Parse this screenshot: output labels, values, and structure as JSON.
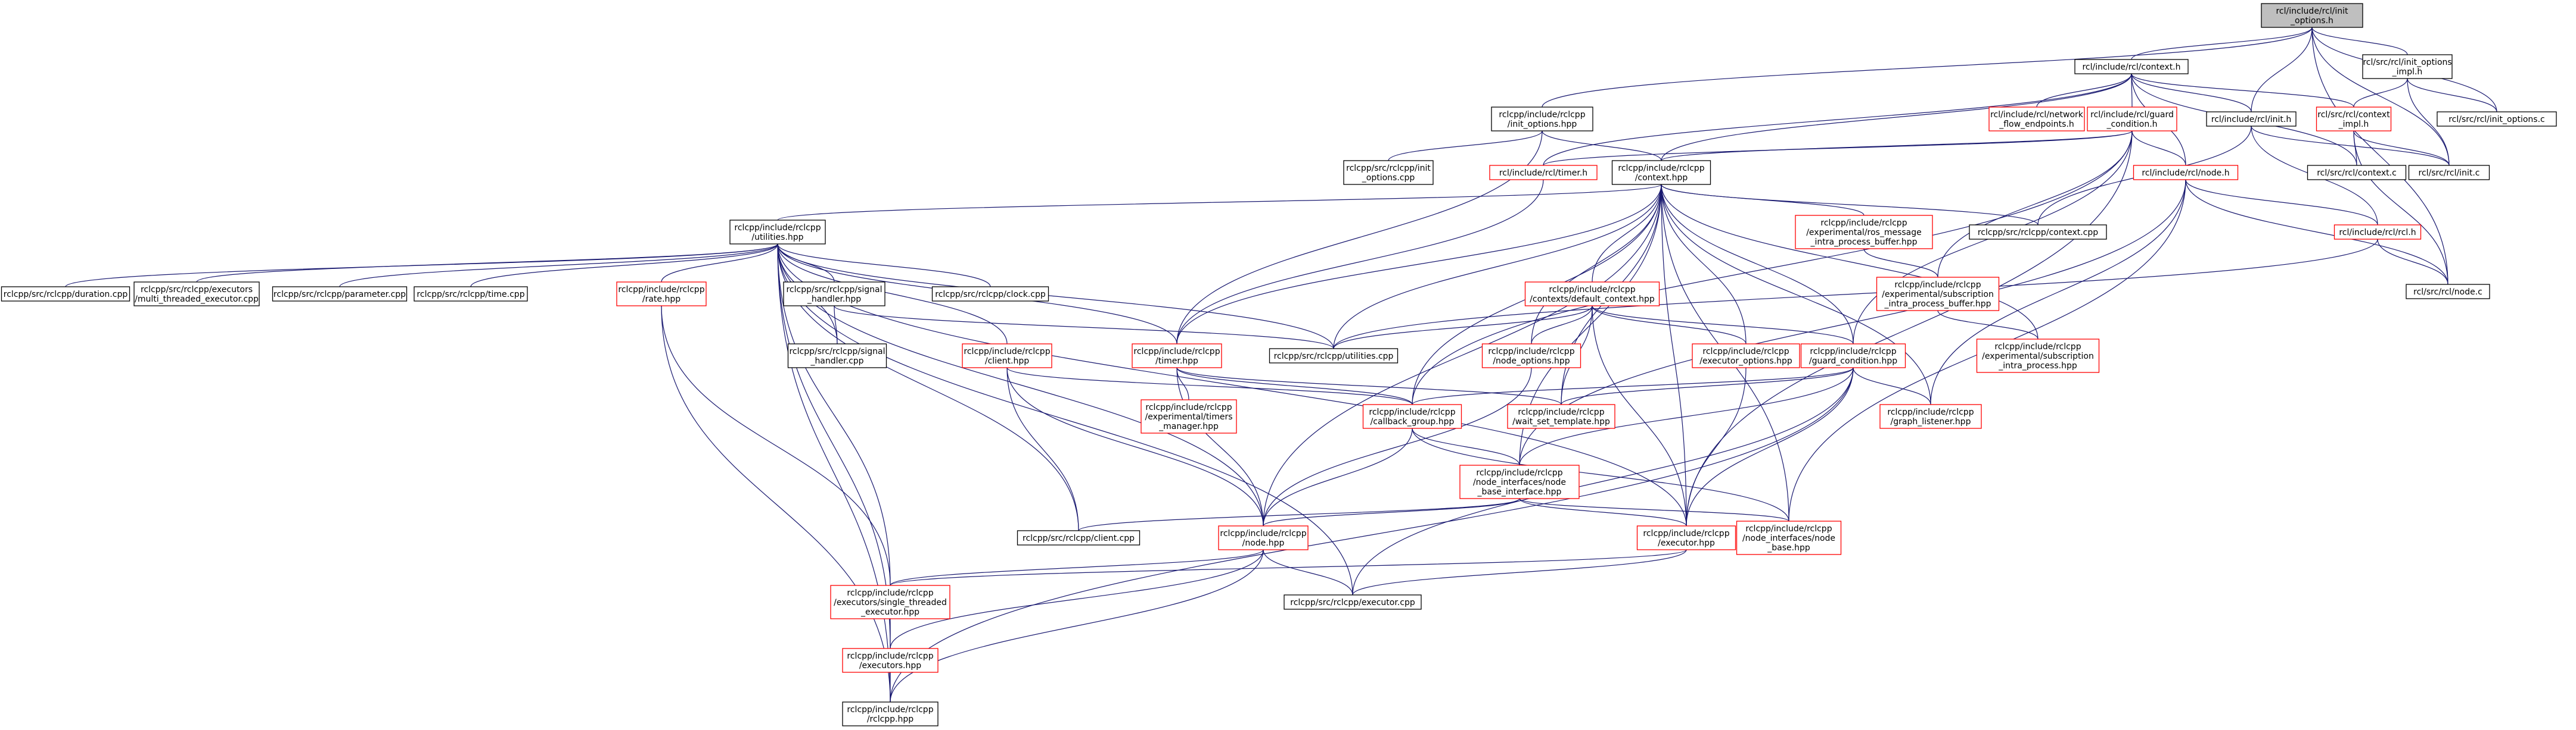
{
  "graph": {
    "edge_color": "#191970",
    "root_fill": "#bfbfbf",
    "red_border": "#ff0000",
    "nodes": [
      {
        "id": "root",
        "lines": [
          "rcl/include/rcl/init",
          "_options.h"
        ],
        "style": "root"
      },
      {
        "id": "rcl_context_h",
        "lines": [
          "rcl/include/rcl/context.h"
        ],
        "style": "black"
      },
      {
        "id": "rcl_init_options_impl",
        "lines": [
          "rcl/src/rcl/init_options",
          "_impl.h"
        ],
        "style": "black"
      },
      {
        "id": "rclcpp_init_options_hpp",
        "lines": [
          "rclcpp/include/rclcpp",
          "/init_options.hpp"
        ],
        "style": "black"
      },
      {
        "id": "rcl_network_flow",
        "lines": [
          "rcl/include/rcl/network",
          "_flow_endpoints.h"
        ],
        "style": "red"
      },
      {
        "id": "rcl_guard_condition_h",
        "lines": [
          "rcl/include/rcl/guard",
          "_condition.h"
        ],
        "style": "red"
      },
      {
        "id": "rcl_init_h",
        "lines": [
          "rcl/include/rcl/init.h"
        ],
        "style": "black"
      },
      {
        "id": "rcl_context_impl",
        "lines": [
          "rcl/src/rcl/context",
          "_impl.h"
        ],
        "style": "red"
      },
      {
        "id": "rcl_init_options_c",
        "lines": [
          "rcl/src/rcl/init_options.c"
        ],
        "style": "black"
      },
      {
        "id": "rclcpp_init_options_cpp",
        "lines": [
          "rclcpp/src/rclcpp/init",
          "_options.cpp"
        ],
        "style": "black"
      },
      {
        "id": "rcl_timer_h",
        "lines": [
          "rcl/include/rcl/timer.h"
        ],
        "style": "red"
      },
      {
        "id": "rclcpp_context_hpp",
        "lines": [
          "rclcpp/include/rclcpp",
          "/context.hpp"
        ],
        "style": "black"
      },
      {
        "id": "rcl_node_h",
        "lines": [
          "rcl/include/rcl/node.h"
        ],
        "style": "red"
      },
      {
        "id": "rcl_context_c",
        "lines": [
          "rcl/src/rcl/context.c"
        ],
        "style": "black"
      },
      {
        "id": "rcl_init_c",
        "lines": [
          "rcl/src/rcl/init.c"
        ],
        "style": "black"
      },
      {
        "id": "rclcpp_utilities_hpp",
        "lines": [
          "rclcpp/include/rclcpp",
          "/utilities.hpp"
        ],
        "style": "black"
      },
      {
        "id": "rclcpp_ros_message_buffer",
        "lines": [
          "rclcpp/include/rclcpp",
          "/experimental/ros_message",
          "_intra_process_buffer.hpp"
        ],
        "style": "red"
      },
      {
        "id": "rclcpp_context_cpp",
        "lines": [
          "rclcpp/src/rclcpp/context.cpp"
        ],
        "style": "black"
      },
      {
        "id": "rcl_rcl_h",
        "lines": [
          "rcl/include/rcl/rcl.h"
        ],
        "style": "red"
      },
      {
        "id": "rcl_node_c",
        "lines": [
          "rcl/src/rcl/node.c"
        ],
        "style": "black"
      },
      {
        "id": "rclcpp_duration_cpp",
        "lines": [
          "rclcpp/src/rclcpp/duration.cpp"
        ],
        "style": "black"
      },
      {
        "id": "rclcpp_multi_threaded",
        "lines": [
          "rclcpp/src/rclcpp/executors",
          "/multi_threaded_executor.cpp"
        ],
        "style": "black"
      },
      {
        "id": "rclcpp_parameter_cpp",
        "lines": [
          "rclcpp/src/rclcpp/parameter.cpp"
        ],
        "style": "black"
      },
      {
        "id": "rclcpp_time_cpp",
        "lines": [
          "rclcpp/src/rclcpp/time.cpp"
        ],
        "style": "black"
      },
      {
        "id": "rclcpp_rate_hpp",
        "lines": [
          "rclcpp/include/rclcpp",
          "/rate.hpp"
        ],
        "style": "red"
      },
      {
        "id": "rclcpp_signal_handler_hpp",
        "lines": [
          "rclcpp/src/rclcpp/signal",
          "_handler.hpp"
        ],
        "style": "black"
      },
      {
        "id": "rclcpp_clock_cpp",
        "lines": [
          "rclcpp/src/rclcpp/clock.cpp"
        ],
        "style": "black"
      },
      {
        "id": "rclcpp_default_context",
        "lines": [
          "rclcpp/include/rclcpp",
          "/contexts/default_context.hpp"
        ],
        "style": "red"
      },
      {
        "id": "rclcpp_subscription_buffer",
        "lines": [
          "rclcpp/include/rclcpp",
          "/experimental/subscription",
          "_intra_process_buffer.hpp"
        ],
        "style": "red"
      },
      {
        "id": "rclcpp_signal_handler_cpp",
        "lines": [
          "rclcpp/src/rclcpp/signal",
          "_handler.cpp"
        ],
        "style": "black"
      },
      {
        "id": "rclcpp_client_hpp",
        "lines": [
          "rclcpp/include/rclcpp",
          "/client.hpp"
        ],
        "style": "red"
      },
      {
        "id": "rclcpp_timer_hpp",
        "lines": [
          "rclcpp/include/rclcpp",
          "/timer.hpp"
        ],
        "style": "red"
      },
      {
        "id": "rclcpp_utilities_cpp",
        "lines": [
          "rclcpp/src/rclcpp/utilities.cpp"
        ],
        "style": "black"
      },
      {
        "id": "rclcpp_node_options_hpp",
        "lines": [
          "rclcpp/include/rclcpp",
          "/node_options.hpp"
        ],
        "style": "red"
      },
      {
        "id": "rclcpp_executor_options_hpp",
        "lines": [
          "rclcpp/include/rclcpp",
          "/executor_options.hpp"
        ],
        "style": "red"
      },
      {
        "id": "rclcpp_guard_condition_hpp",
        "lines": [
          "rclcpp/include/rclcpp",
          "/guard_condition.hpp"
        ],
        "style": "red"
      },
      {
        "id": "rclcpp_subscription_intra",
        "lines": [
          "rclcpp/include/rclcpp",
          "/experimental/subscription",
          "_intra_process.hpp"
        ],
        "style": "red"
      },
      {
        "id": "rclcpp_timers_manager",
        "lines": [
          "rclcpp/include/rclcpp",
          "/experimental/timers",
          "_manager.hpp"
        ],
        "style": "red"
      },
      {
        "id": "rclcpp_callback_group",
        "lines": [
          "rclcpp/include/rclcpp",
          "/callback_group.hpp"
        ],
        "style": "red"
      },
      {
        "id": "rclcpp_wait_set_template",
        "lines": [
          "rclcpp/include/rclcpp",
          "/wait_set_template.hpp"
        ],
        "style": "red"
      },
      {
        "id": "rclcpp_graph_listener",
        "lines": [
          "rclcpp/include/rclcpp",
          "/graph_listener.hpp"
        ],
        "style": "red"
      },
      {
        "id": "rclcpp_node_base_interface",
        "lines": [
          "rclcpp/include/rclcpp",
          "/node_interfaces/node",
          "_base_interface.hpp"
        ],
        "style": "red"
      },
      {
        "id": "rclcpp_client_cpp",
        "lines": [
          "rclcpp/src/rclcpp/client.cpp"
        ],
        "style": "black"
      },
      {
        "id": "rclcpp_node_hpp",
        "lines": [
          "rclcpp/include/rclcpp",
          "/node.hpp"
        ],
        "style": "red"
      },
      {
        "id": "rclcpp_executor_hpp",
        "lines": [
          "rclcpp/include/rclcpp",
          "/executor.hpp"
        ],
        "style": "red"
      },
      {
        "id": "rclcpp_node_base",
        "lines": [
          "rclcpp/include/rclcpp",
          "/node_interfaces/node",
          "_base.hpp"
        ],
        "style": "red"
      },
      {
        "id": "rclcpp_single_threaded",
        "lines": [
          "rclcpp/include/rclcpp",
          "/executors/single_threaded",
          "_executor.hpp"
        ],
        "style": "red"
      },
      {
        "id": "rclcpp_executor_cpp",
        "lines": [
          "rclcpp/src/rclcpp/executor.cpp"
        ],
        "style": "black"
      },
      {
        "id": "rclcpp_executors_hpp",
        "lines": [
          "rclcpp/include/rclcpp",
          "/executors.hpp"
        ],
        "style": "red"
      },
      {
        "id": "rclcpp_rclcpp_hpp",
        "lines": [
          "rclcpp/include/rclcpp",
          "/rclcpp.hpp"
        ],
        "style": "black"
      }
    ],
    "edges": [
      [
        "rcl_context_h",
        "root"
      ],
      [
        "rcl_init_options_impl",
        "root"
      ],
      [
        "rclcpp_init_options_hpp",
        "root"
      ],
      [
        "rcl_init_h",
        "root"
      ],
      [
        "rcl_init_options_c",
        "root"
      ],
      [
        "rcl_init_c",
        "root"
      ],
      [
        "rcl_node_c",
        "root"
      ],
      [
        "rcl_network_flow",
        "rcl_context_h"
      ],
      [
        "rcl_guard_condition_h",
        "rcl_context_h"
      ],
      [
        "rcl_init_h",
        "rcl_context_h"
      ],
      [
        "rcl_context_impl",
        "rcl_context_h"
      ],
      [
        "rcl_timer_h",
        "rcl_context_h"
      ],
      [
        "rclcpp_context_hpp",
        "rcl_context_h"
      ],
      [
        "rcl_node_h",
        "rcl_context_h"
      ],
      [
        "rcl_context_c",
        "rcl_context_h"
      ],
      [
        "rcl_context_impl",
        "rcl_init_options_impl"
      ],
      [
        "rcl_init_options_c",
        "rcl_init_options_impl"
      ],
      [
        "rcl_init_c",
        "rcl_init_options_impl"
      ],
      [
        "rclcpp_init_options_cpp",
        "rclcpp_init_options_hpp"
      ],
      [
        "rclcpp_context_hpp",
        "rclcpp_init_options_hpp"
      ],
      [
        "rclcpp_timer_hpp",
        "rclcpp_init_options_hpp"
      ],
      [
        "rcl_timer_h",
        "rcl_guard_condition_h"
      ],
      [
        "rcl_node_h",
        "rcl_guard_condition_h"
      ],
      [
        "rclcpp_context_hpp",
        "rcl_guard_condition_h"
      ],
      [
        "rclcpp_guard_condition_hpp",
        "rcl_guard_condition_h"
      ],
      [
        "rclcpp_subscription_buffer",
        "rcl_guard_condition_h"
      ],
      [
        "rclcpp_callback_group",
        "rcl_guard_condition_h"
      ],
      [
        "rclcpp_executor_hpp",
        "rcl_guard_condition_h"
      ],
      [
        "rcl_rcl_h",
        "rcl_init_h"
      ],
      [
        "rcl_init_c",
        "rcl_init_h"
      ],
      [
        "rclcpp_context_cpp",
        "rcl_init_h"
      ],
      [
        "rcl_context_c",
        "rcl_context_impl"
      ],
      [
        "rcl_init_c",
        "rcl_context_impl"
      ],
      [
        "rcl_node_c",
        "rcl_context_impl"
      ],
      [
        "rclcpp_timer_hpp",
        "rcl_timer_h"
      ],
      [
        "rclcpp_utilities_hpp",
        "rclcpp_context_hpp"
      ],
      [
        "rclcpp_ros_message_buffer",
        "rclcpp_context_hpp"
      ],
      [
        "rclcpp_context_cpp",
        "rclcpp_context_hpp"
      ],
      [
        "rclcpp_default_context",
        "rclcpp_context_hpp"
      ],
      [
        "rclcpp_utilities_cpp",
        "rclcpp_context_hpp"
      ],
      [
        "rclcpp_timer_hpp",
        "rclcpp_context_hpp"
      ],
      [
        "rclcpp_guard_condition_hpp",
        "rclcpp_context_hpp"
      ],
      [
        "rclcpp_callback_group",
        "rclcpp_context_hpp"
      ],
      [
        "rclcpp_wait_set_template",
        "rclcpp_context_hpp"
      ],
      [
        "rclcpp_graph_listener",
        "rclcpp_context_hpp"
      ],
      [
        "rclcpp_node_base_interface",
        "rclcpp_context_hpp"
      ],
      [
        "rclcpp_node_hpp",
        "rclcpp_context_hpp"
      ],
      [
        "rclcpp_executor_hpp",
        "rclcpp_context_hpp"
      ],
      [
        "rclcpp_node_base",
        "rclcpp_context_hpp"
      ],
      [
        "rclcpp_executor_options_hpp",
        "rclcpp_context_hpp"
      ],
      [
        "rclcpp_node_options_hpp",
        "rclcpp_context_hpp"
      ],
      [
        "rclcpp_subscription_intra",
        "rclcpp_context_hpp"
      ],
      [
        "rcl_rcl_h",
        "rcl_node_h"
      ],
      [
        "rcl_node_c",
        "rcl_node_h"
      ],
      [
        "rclcpp_node_base",
        "rcl_node_h"
      ],
      [
        "rclcpp_graph_listener",
        "rcl_node_h"
      ],
      [
        "rclcpp_node_base_interface",
        "rcl_node_h"
      ],
      [
        "rcl_node_c",
        "rcl_rcl_h"
      ],
      [
        "rclcpp_utilities_cpp",
        "rcl_rcl_h"
      ],
      [
        "rclcpp_duration_cpp",
        "rclcpp_utilities_hpp"
      ],
      [
        "rclcpp_multi_threaded",
        "rclcpp_utilities_hpp"
      ],
      [
        "rclcpp_parameter_cpp",
        "rclcpp_utilities_hpp"
      ],
      [
        "rclcpp_time_cpp",
        "rclcpp_utilities_hpp"
      ],
      [
        "rclcpp_rate_hpp",
        "rclcpp_utilities_hpp"
      ],
      [
        "rclcpp_signal_handler_hpp",
        "rclcpp_utilities_hpp"
      ],
      [
        "rclcpp_clock_cpp",
        "rclcpp_utilities_hpp"
      ],
      [
        "rclcpp_signal_handler_cpp",
        "rclcpp_utilities_hpp"
      ],
      [
        "rclcpp_client_hpp",
        "rclcpp_utilities_hpp"
      ],
      [
        "rclcpp_timer_hpp",
        "rclcpp_utilities_hpp"
      ],
      [
        "rclcpp_utilities_cpp",
        "rclcpp_utilities_hpp"
      ],
      [
        "rclcpp_client_cpp",
        "rclcpp_utilities_hpp"
      ],
      [
        "rclcpp_executor_cpp",
        "rclcpp_utilities_hpp"
      ],
      [
        "rclcpp_single_threaded",
        "rclcpp_utilities_hpp"
      ],
      [
        "rclcpp_executors_hpp",
        "rclcpp_utilities_hpp"
      ],
      [
        "rclcpp_rclcpp_hpp",
        "rclcpp_utilities_hpp"
      ],
      [
        "rclcpp_node_hpp",
        "rclcpp_utilities_hpp"
      ],
      [
        "rclcpp_executor_hpp",
        "rclcpp_utilities_hpp"
      ],
      [
        "rclcpp_subscription_buffer",
        "rclcpp_ros_message_buffer"
      ],
      [
        "rclcpp_subscription_intra",
        "rclcpp_subscription_buffer"
      ],
      [
        "rclcpp_signal_handler_cpp",
        "rclcpp_signal_handler_hpp"
      ],
      [
        "rclcpp_utilities_cpp",
        "rclcpp_signal_handler_hpp"
      ],
      [
        "rclcpp_single_threaded",
        "rclcpp_rate_hpp"
      ],
      [
        "rclcpp_rclcpp_hpp",
        "rclcpp_rate_hpp"
      ],
      [
        "rclcpp_utilities_cpp",
        "rclcpp_default_context"
      ],
      [
        "rclcpp_node_options_hpp",
        "rclcpp_default_context"
      ],
      [
        "rclcpp_executor_options_hpp",
        "rclcpp_default_context"
      ],
      [
        "rclcpp_guard_condition_hpp",
        "rclcpp_default_context"
      ],
      [
        "rclcpp_executor_hpp",
        "rclcpp_default_context"
      ],
      [
        "rclcpp_wait_set_template",
        "rclcpp_default_context"
      ],
      [
        "rclcpp_callback_group",
        "rclcpp_client_hpp"
      ],
      [
        "rclcpp_node_hpp",
        "rclcpp_client_hpp"
      ],
      [
        "rclcpp_client_cpp",
        "rclcpp_client_hpp"
      ],
      [
        "rclcpp_timers_manager",
        "rclcpp_timer_hpp"
      ],
      [
        "rclcpp_callback_group",
        "rclcpp_timer_hpp"
      ],
      [
        "rclcpp_wait_set_template",
        "rclcpp_timer_hpp"
      ],
      [
        "rclcpp_node_hpp",
        "rclcpp_timer_hpp"
      ],
      [
        "rclcpp_node_hpp",
        "rclcpp_node_options_hpp"
      ],
      [
        "rclcpp_executor_hpp",
        "rclcpp_executor_options_hpp"
      ],
      [
        "rclcpp_callback_group",
        "rclcpp_guard_condition_hpp"
      ],
      [
        "rclcpp_wait_set_template",
        "rclcpp_guard_condition_hpp"
      ],
      [
        "rclcpp_graph_listener",
        "rclcpp_guard_condition_hpp"
      ],
      [
        "rclcpp_node_base_interface",
        "rclcpp_guard_condition_hpp"
      ],
      [
        "rclcpp_executor_hpp",
        "rclcpp_guard_condition_hpp"
      ],
      [
        "rclcpp_executor_cpp",
        "rclcpp_guard_condition_hpp"
      ],
      [
        "rclcpp_rclcpp_hpp",
        "rclcpp_guard_condition_hpp"
      ],
      [
        "rclcpp_node_base_interface",
        "rclcpp_callback_group"
      ],
      [
        "rclcpp_node_hpp",
        "rclcpp_callback_group"
      ],
      [
        "rclcpp_node_base",
        "rclcpp_callback_group"
      ],
      [
        "rclcpp_node_hpp",
        "rclcpp_node_base_interface"
      ],
      [
        "rclcpp_executor_hpp",
        "rclcpp_node_base_interface"
      ],
      [
        "rclcpp_node_base",
        "rclcpp_node_base_interface"
      ],
      [
        "rclcpp_client_cpp",
        "rclcpp_node_base_interface"
      ],
      [
        "rclcpp_single_threaded",
        "rclcpp_node_hpp"
      ],
      [
        "rclcpp_executor_cpp",
        "rclcpp_node_hpp"
      ],
      [
        "rclcpp_executors_hpp",
        "rclcpp_node_hpp"
      ],
      [
        "rclcpp_rclcpp_hpp",
        "rclcpp_node_hpp"
      ],
      [
        "rclcpp_single_threaded",
        "rclcpp_executor_hpp"
      ],
      [
        "rclcpp_executor_cpp",
        "rclcpp_executor_hpp"
      ],
      [
        "rclcpp_executors_hpp",
        "rclcpp_single_threaded"
      ],
      [
        "rclcpp_rclcpp_hpp",
        "rclcpp_executors_hpp"
      ]
    ]
  }
}
